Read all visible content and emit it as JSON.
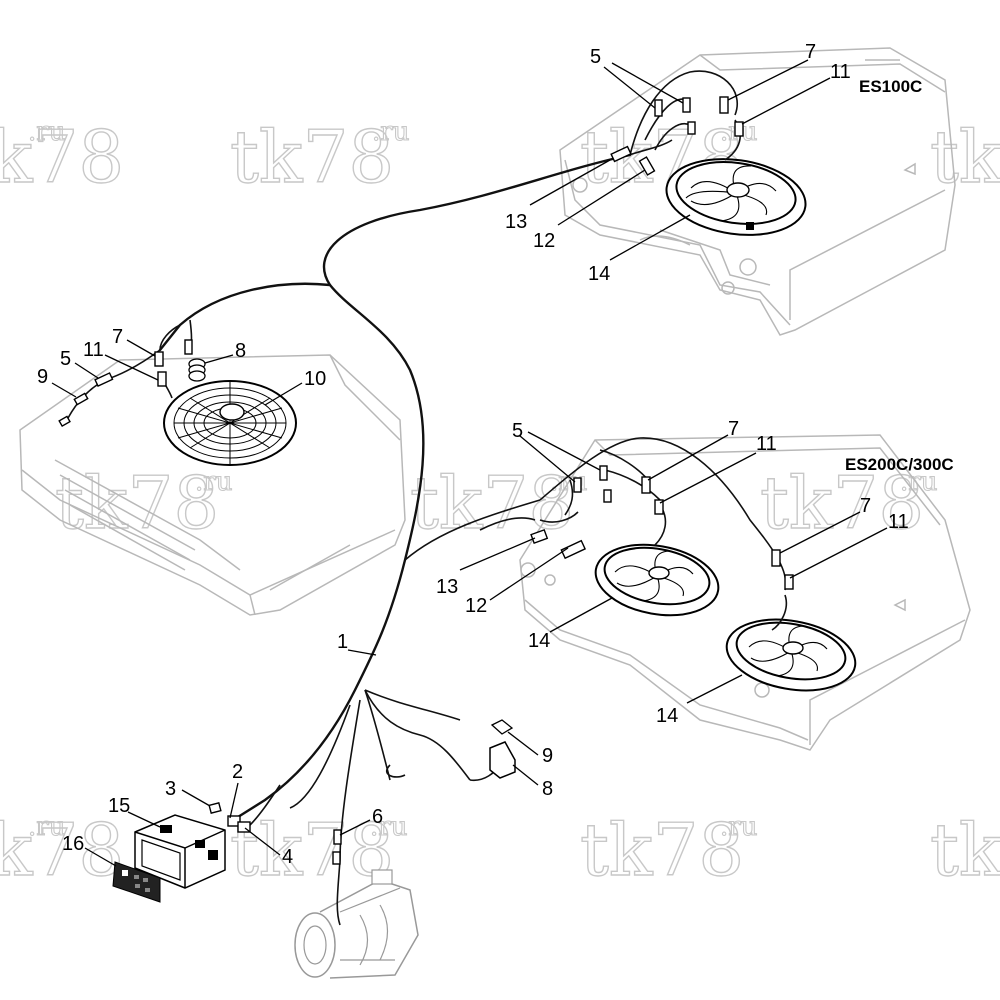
{
  "models": {
    "es100c": "ES100C",
    "es200c": "ES200C/300C"
  },
  "watermark": {
    "main": "tk78",
    "sup": ".ru"
  },
  "callouts": {
    "c1": "1",
    "c2": "2",
    "c3": "3",
    "c4": "4",
    "c5a": "5",
    "c5b": "5",
    "c5c": "5",
    "c6": "6",
    "c7a": "7",
    "c7b": "7",
    "c7c": "7",
    "c7d": "7",
    "c8a": "8",
    "c8b": "8",
    "c9a": "9",
    "c9b": "9",
    "c10": "10",
    "c11a": "11",
    "c11b": "11",
    "c11c": "11",
    "c11d": "11",
    "c12a": "12",
    "c12b": "12",
    "c13a": "13",
    "c13b": "13",
    "c14a": "14",
    "c14b": "14",
    "c14c": "14",
    "c15": "15",
    "c16": "16"
  },
  "icons": {
    "fan": "condenser-fan-icon",
    "compressor": "compressor-icon",
    "controller": "controller-icon",
    "connector": "connector-icon"
  }
}
